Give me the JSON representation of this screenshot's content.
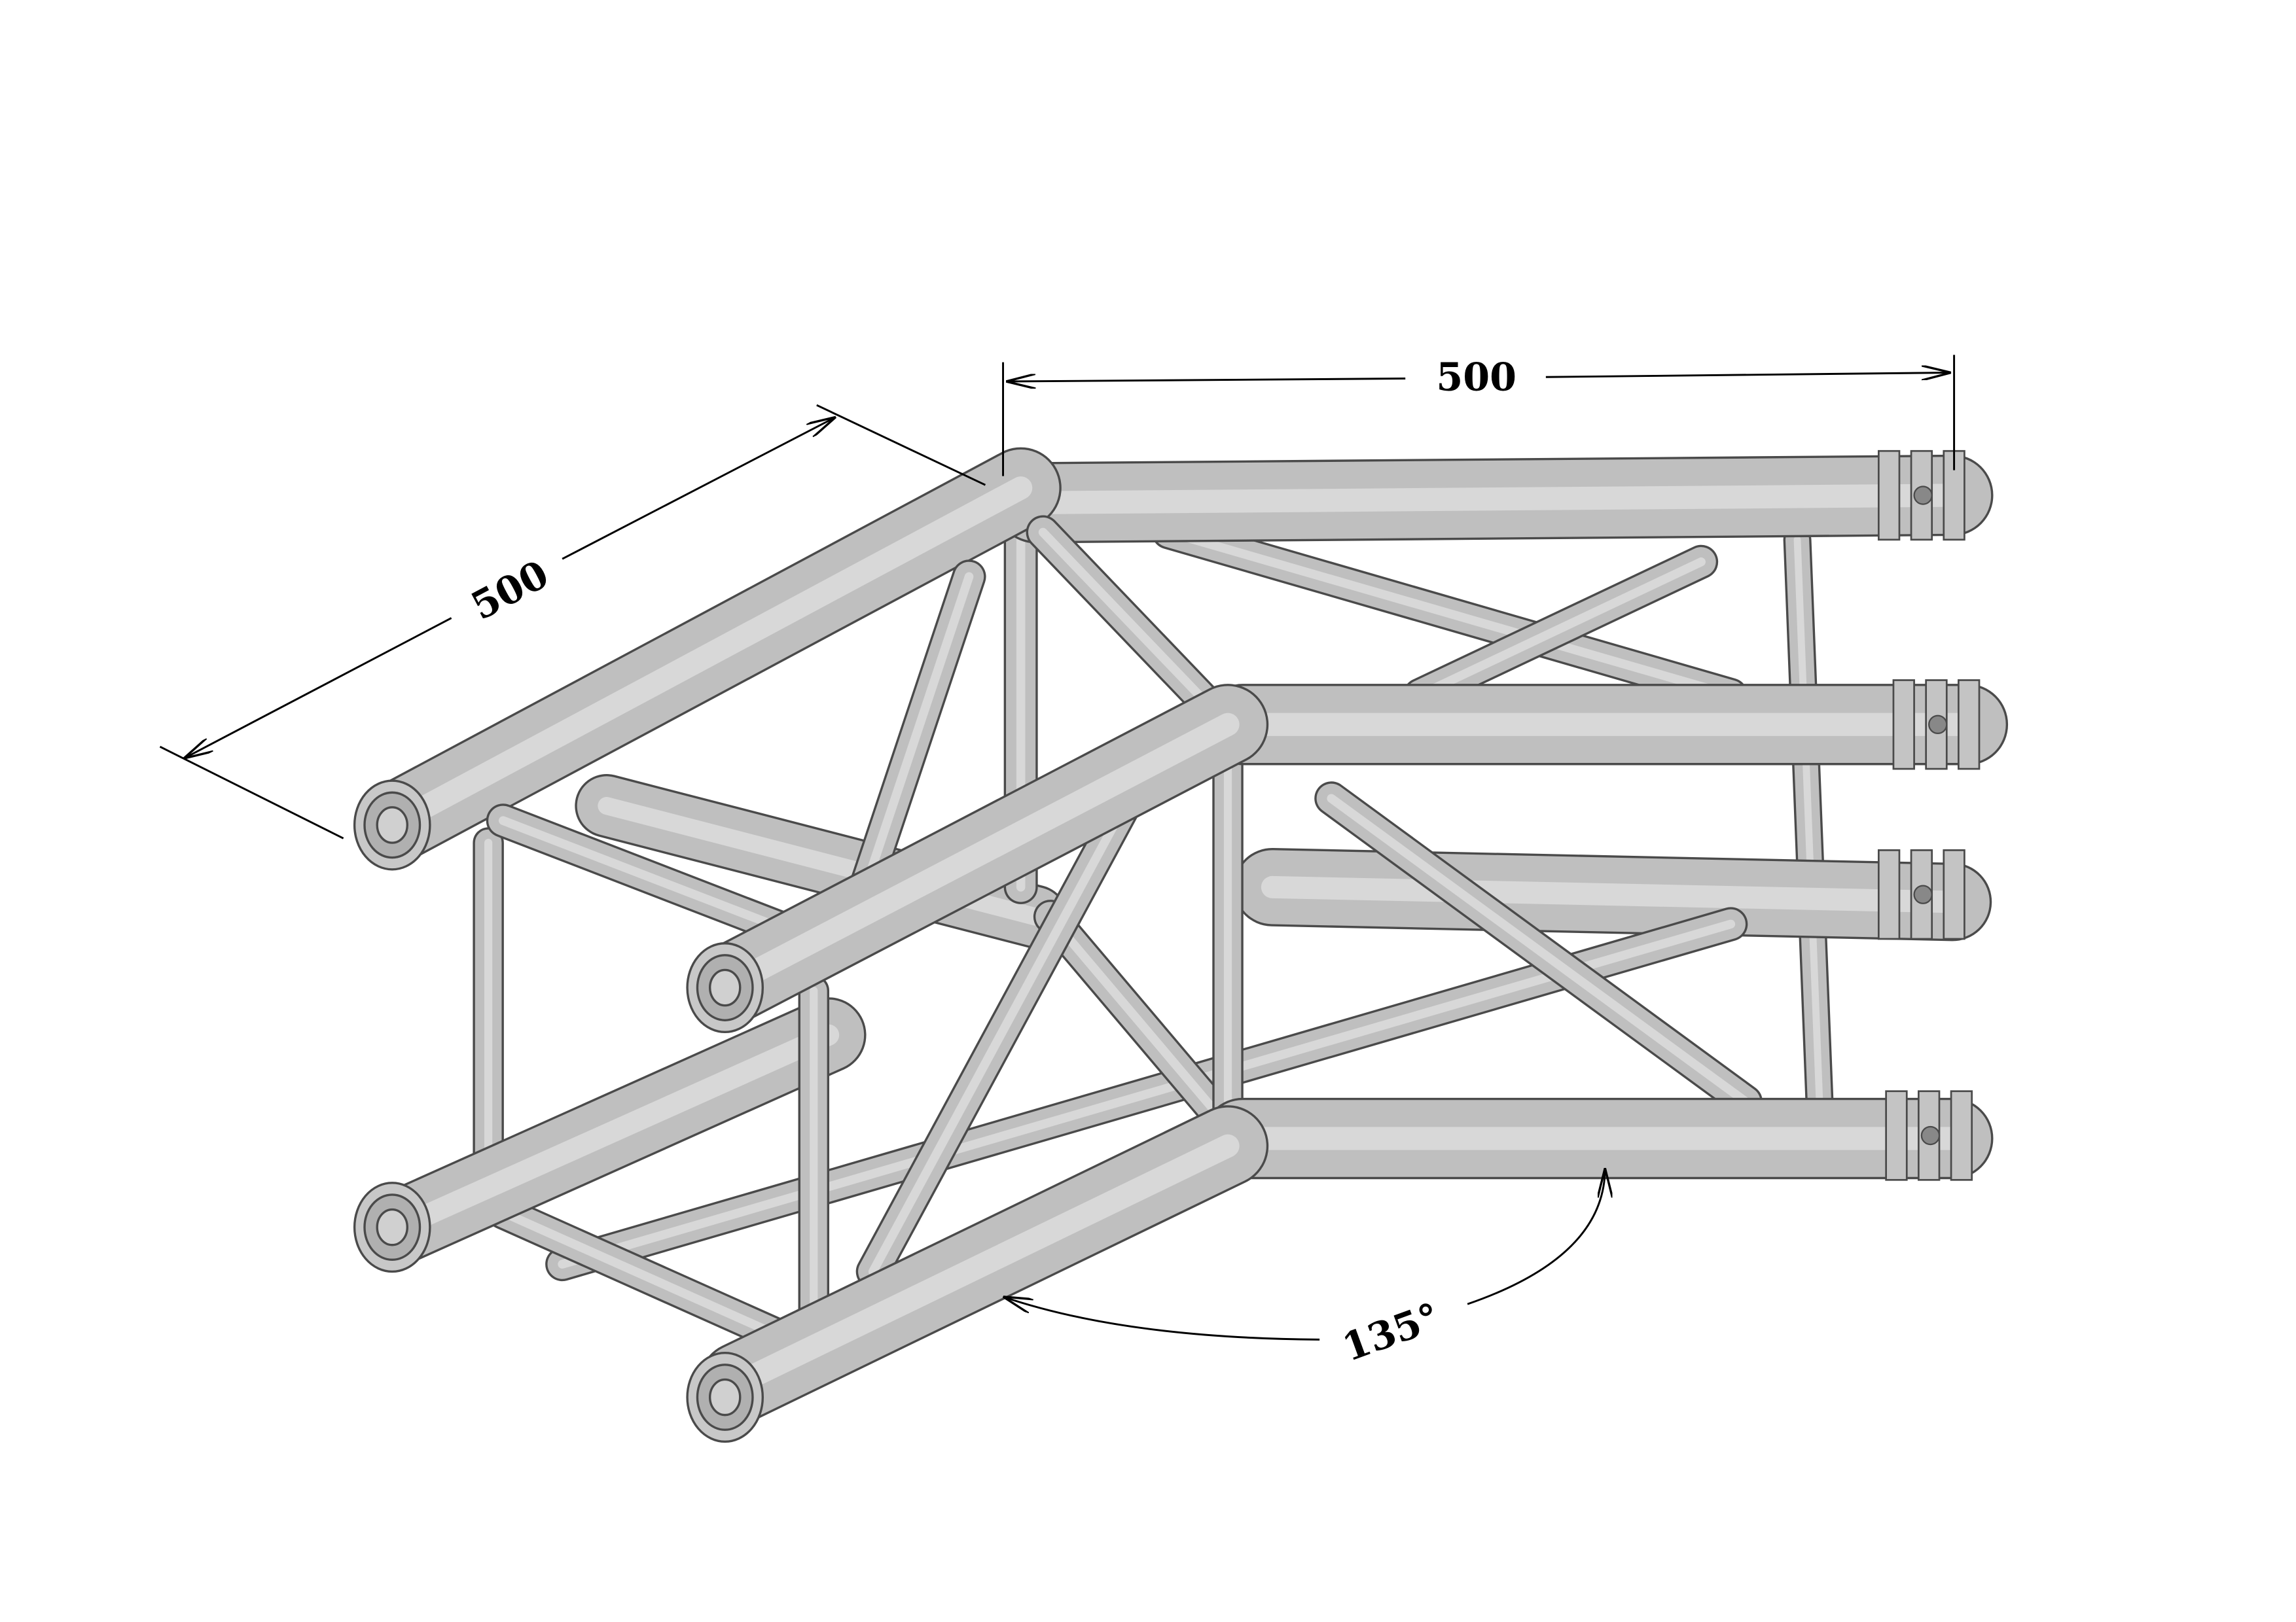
{
  "diagram": {
    "subject": "truss-corner-135",
    "dimensions": {
      "top_length": "500",
      "left_length": "500",
      "angle": "135°"
    },
    "colors": {
      "tube": "#bfbfbf",
      "outline": "#4a4a4a",
      "dimension_line": "#000000"
    }
  }
}
